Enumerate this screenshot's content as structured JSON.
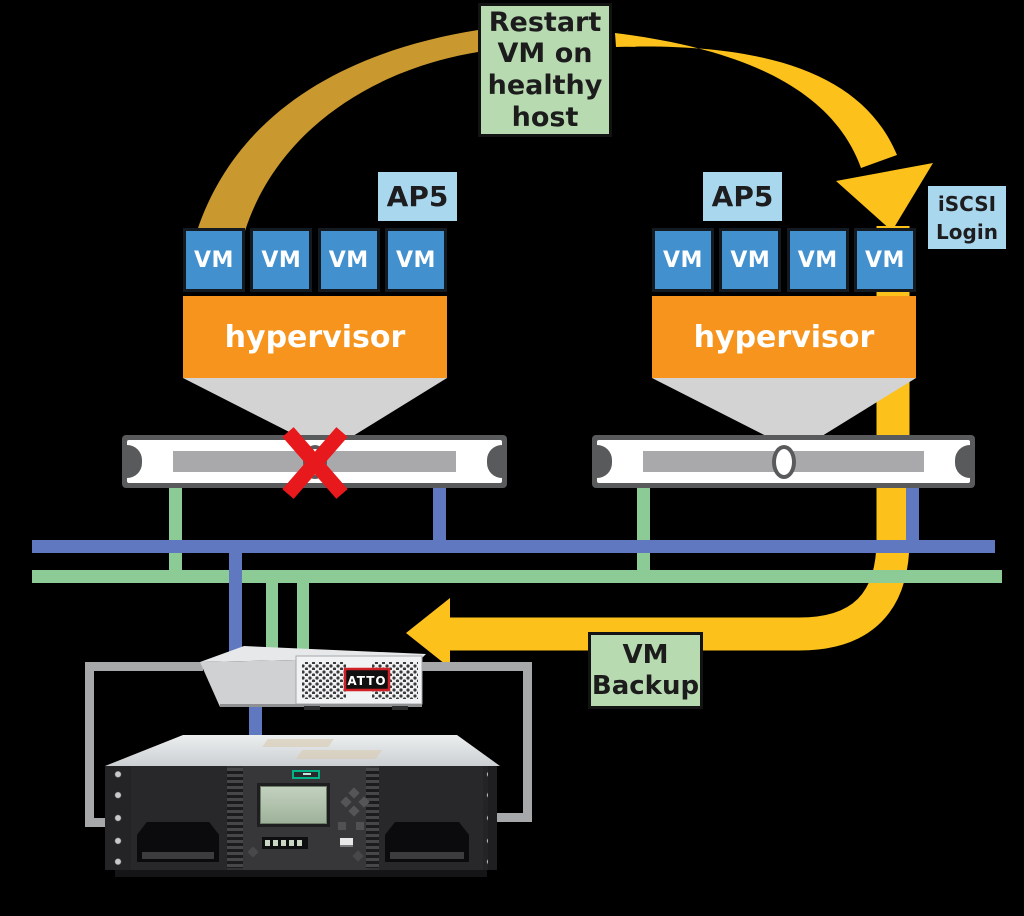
{
  "annotations": {
    "restart_vm": "Restart\nVM on\nhealthy\nhost",
    "iscsi_login": "iSCSI\nLogin",
    "vm_backup": "VM\nBackup"
  },
  "hosts": {
    "left": {
      "tag": "AP5",
      "vms": [
        "VM",
        "VM",
        "VM",
        "VM"
      ],
      "layer_label": "hypervisor"
    },
    "right": {
      "tag": "AP5",
      "vms": [
        "VM",
        "VM",
        "VM",
        "VM"
      ],
      "layer_label": "hypervisor"
    }
  },
  "bridge": {
    "brand": "ATTO"
  },
  "colors": {
    "background": "#000000",
    "vm_blue": "#4291ce",
    "tag_blue": "#a9d8ee",
    "hypervisor_orange": "#f6941e",
    "annotation_green": "#b8dab1",
    "arrow_yellow": "#fcc11a",
    "arrow_gold": "#c9992f",
    "network_blue": "#6078bf",
    "network_green": "#8cca96",
    "failure_red": "#e8191c",
    "hpe_green": "#00b388"
  }
}
